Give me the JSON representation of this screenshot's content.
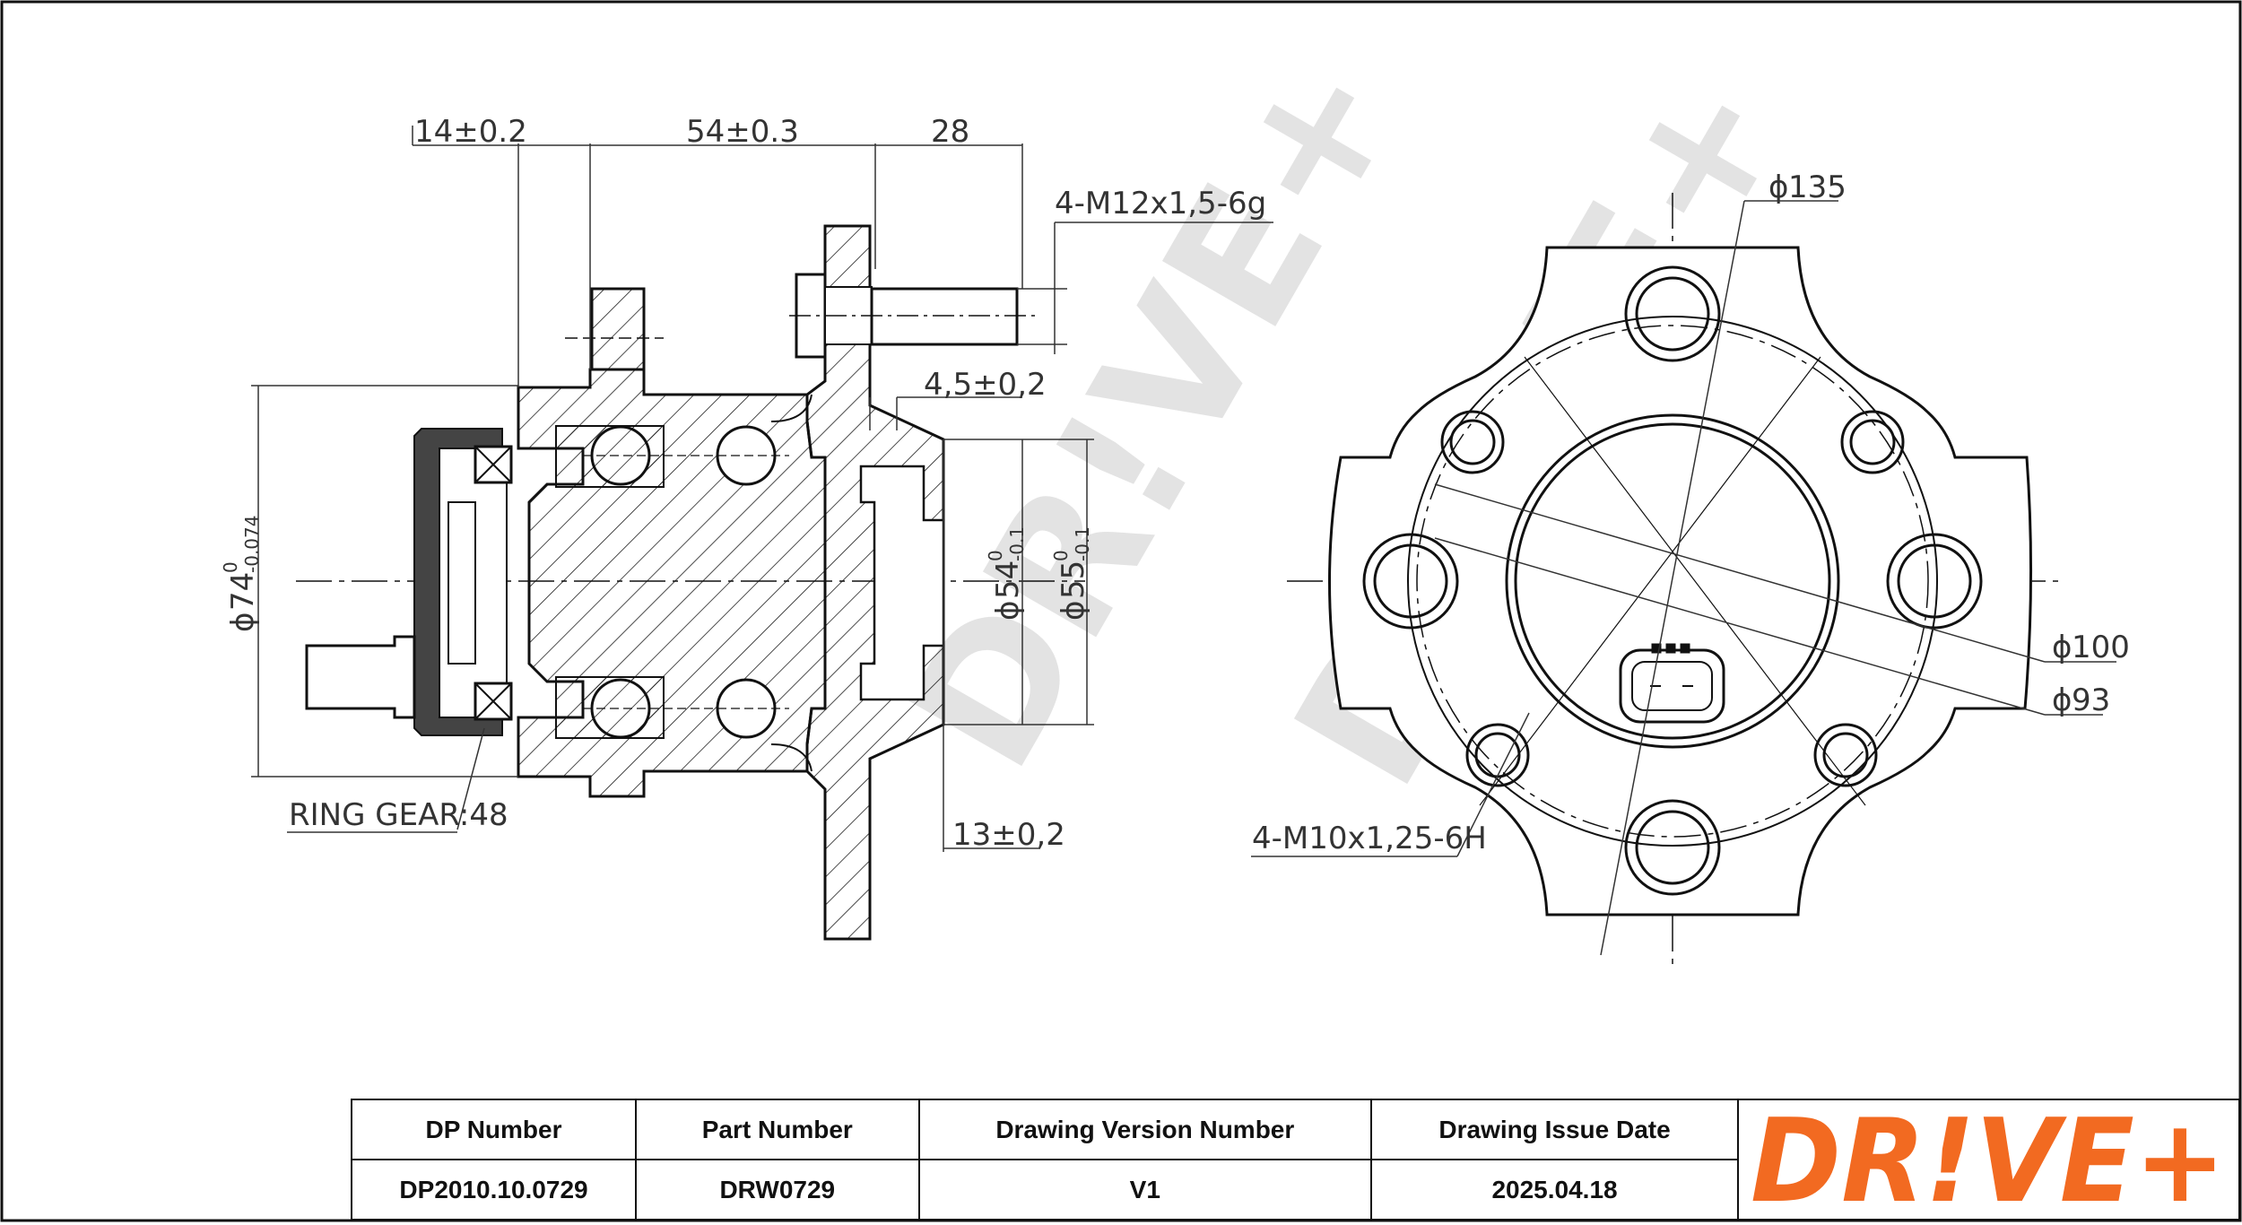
{
  "colors": {
    "line": "#111111",
    "dimension": "#333333",
    "watermark": "#cfcfcf",
    "logo": "#f26a21"
  },
  "dimensions": {
    "d14": "14±0.2",
    "d54": "54±0.3",
    "d28": "28",
    "thread_stud": "4-M12x1,5-6g",
    "d4_5": "4,5±0,2",
    "d13": "13±0,2",
    "ring_gear": "RING GEAR:48",
    "dia74": "74",
    "dia74_tol_top": "0",
    "dia74_tol_bottom": "-0.074",
    "dia54": "54",
    "dia54_tol_top": "0",
    "dia54_tol_bottom": "-0.1",
    "dia55": "55",
    "dia55_tol_top": "0",
    "dia55_tol_bottom": "-0.1",
    "dia135": "135",
    "dia100": "100",
    "dia93": "93",
    "thread_bolt": "4-M10x1,25-6H",
    "dia_symbol": "ϕ"
  },
  "title_block": {
    "headers": [
      "DP Number",
      "Part Number",
      "Drawing Version Number",
      "Drawing Issue Date"
    ],
    "values": [
      "DP2010.10.0729",
      "DRW0729",
      "V1",
      "2025.04.18"
    ],
    "logo_text": "DR!VE+"
  },
  "watermark_text": "DR!VE+"
}
